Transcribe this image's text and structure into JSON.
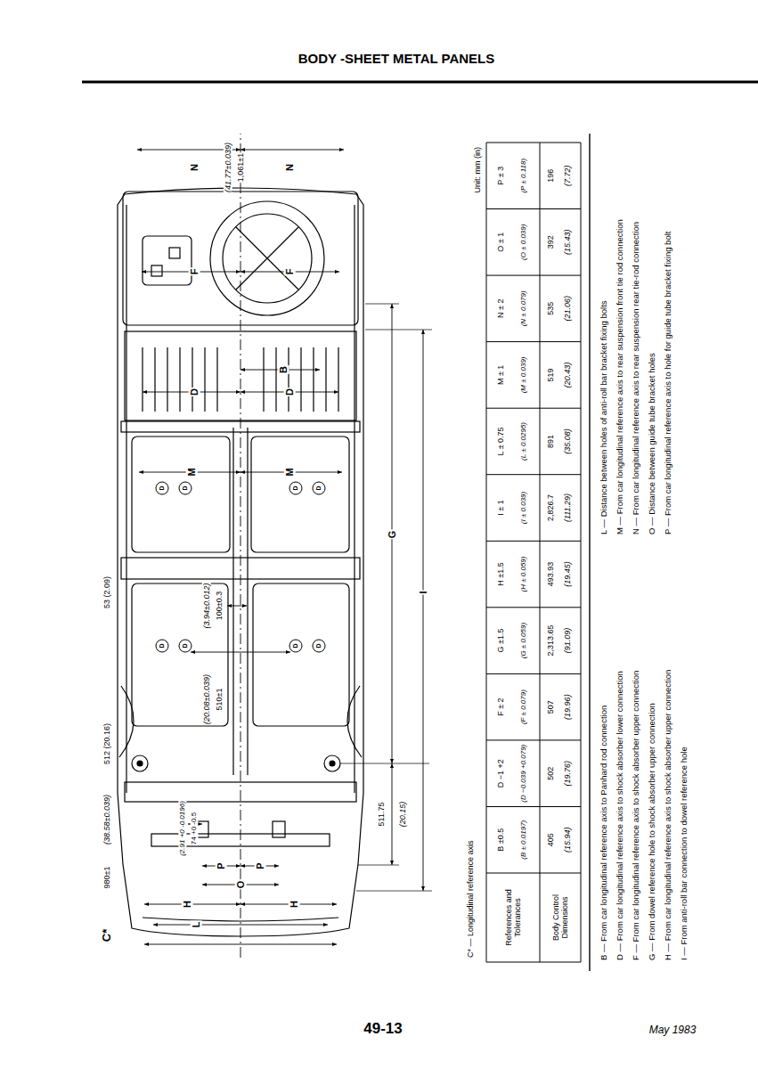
{
  "diagram": {
    "title": "BODY -SHEET METAL PANELS",
    "labels": [
      "N",
      "N",
      "(41.77±0.039)",
      "1,061±1",
      "F",
      "F",
      "B",
      "D",
      "D",
      "M",
      "M",
      "G",
      "I",
      "(3.94±0.012)",
      "100±0.3",
      "(20.08±0.039)",
      "510±1",
      "(2.91 +0 -0.0196)",
      "74 +0 -0.5",
      "P",
      "P",
      "O",
      "H",
      "H",
      "L",
      "980±1",
      "(38.58±0.039)",
      "C*",
      "53 (2.09)",
      "512 (20.16)",
      "511.75",
      "(20.15)",
      "D",
      "D",
      "D",
      "D",
      "D",
      "D",
      "D",
      "D",
      "Unit: mm (in)",
      "C* — Longitudinal reference axis",
      "References and Tolerances",
      "Body Control Dimensions",
      "B ±0.5",
      "(B ± 0.0197)",
      "D −1 +2",
      "(D −0.039 +0.079)",
      "F ± 2",
      "(F ± 0.079)",
      "G ±1.5",
      "(G ± 0.059)",
      "H ±1.5",
      "(H ± 0.059)",
      "I ± 1",
      "(I ± 0.039)",
      "L ± 0.75",
      "(L ± 0.0295)",
      "M ± 1",
      "(M ± 0.039)",
      "N ± 2",
      "(N ± 0.079)",
      "O ± 1",
      "(O ± 0.039)",
      "P ± 3",
      "(P ± 0.118)",
      "405",
      "(15.94)",
      "502",
      "(19.76)",
      "507",
      "(19.96)",
      "2,313.65",
      "(91.09)",
      "493.93",
      "(19.45)",
      "2,826.7",
      "(111.29)",
      "891",
      "(35.08)",
      "519",
      "(20.43)",
      "535",
      "(21.06)",
      "392",
      "(15.43)",
      "196",
      "(7.72)",
      "B — From car longitudinal reference axis to Panhard rod connection",
      "D — From car longitudinal reference axis to shock absorber lower connection",
      "F — From car longitudinal reference axis to shock absorber upper connection",
      "G — From dowel reference hole to shock absorber upper connection",
      "H — From car longitudinal reference axis to shock absorber upper connection",
      "I — From anti-roll bar connection to dowel reference hole",
      "L — Distance between holes of anti-roll bar bracket fixing bolts",
      "M — From car longitudinal reference axis to rear suspension front tie rod connection",
      "N — From car longitudinal reference axis to rear suspension rear tie-rod connection",
      "O — Distance between guide tube bracket holes",
      "P — From car longitudinal reference axis to hole for guide tube bracket fixing bolt",
      "49-13",
      "May 1983"
    ]
  }
}
